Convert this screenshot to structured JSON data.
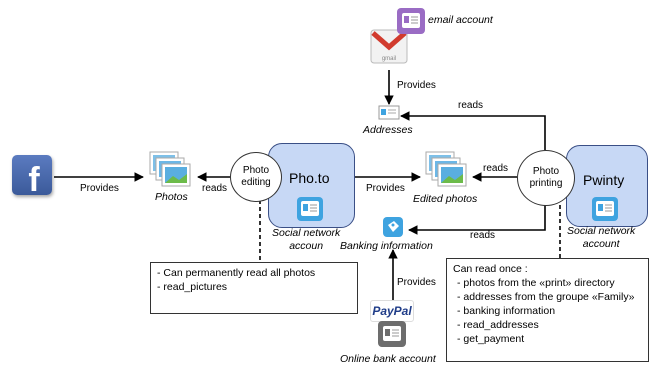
{
  "nodes": {
    "email_account": "email account",
    "addresses": "Addresses",
    "photos": "Photos",
    "edited_photos": "Edited photos",
    "banking_information": "Banking information",
    "online_bank_account": "Online bank account"
  },
  "services": {
    "photo": {
      "name": "Pho.to",
      "role": [
        "Photo",
        "editing"
      ],
      "account": [
        "Social network",
        "accoun"
      ]
    },
    "pwinty": {
      "name": "Pwinty",
      "role": [
        "Photo",
        "printing"
      ],
      "account": [
        "Social network",
        "account"
      ]
    }
  },
  "edges": {
    "gmail_provides": "Provides",
    "facebook_provides": "Provides",
    "photo_reads_photos": "reads",
    "photo_provides_edited": "Provides",
    "pwinty_reads_addresses": "reads",
    "pwinty_reads_edited": "reads",
    "pwinty_reads_banking": "reads",
    "paypal_provides": "Provides"
  },
  "notes": {
    "photo": [
      "- Can permanently read  all photos",
      "- read_pictures"
    ],
    "pwinty_title": "Can read once :",
    "pwinty": [
      "- photos from the «print» directory",
      "- addresses from the groupe «Family»",
      "- banking information",
      "- read_addresses",
      "- get_payment"
    ]
  },
  "icons": {
    "facebook": "facebook-logo",
    "gmail": "gmail-envelope",
    "paypal": "paypal-logo",
    "paypal_text": "PayPal",
    "gmail_text": "gmail",
    "account_card": "contact-card-icon"
  },
  "colors": {
    "service_fill": "#c7d8f5",
    "service_border": "#3a4f86",
    "card_purple": "#9a6cc4",
    "card_blue": "#3ea3e0",
    "card_gray": "#6d6d6d",
    "facebook_blue": "#3b5a9a",
    "gmail_red": "#d13b2e"
  }
}
